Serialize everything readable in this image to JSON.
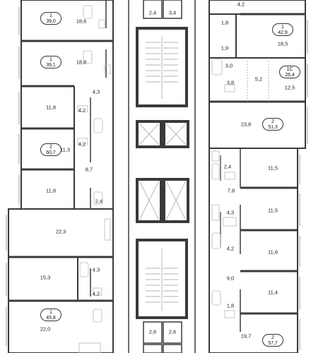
{
  "palette": {
    "wall": "#3a3a3a",
    "thin": "#9a9a9a",
    "fixture": "#b8b8b8",
    "background": "#ffffff"
  },
  "apartments": [
    {
      "rooms": "1",
      "total": "39,0"
    },
    {
      "rooms": "1",
      "total": "39,1"
    },
    {
      "rooms": "2",
      "total": "60,7"
    },
    {
      "rooms": "1",
      "total": "45,8"
    },
    {
      "rooms": "1",
      "total": "42,9"
    },
    {
      "rooms": "1С",
      "total": "26,4"
    },
    {
      "rooms": "2",
      "total": "51,3"
    },
    {
      "rooms": "2",
      "total": "57,7"
    }
  ],
  "rooms": [
    "18,6",
    "18,8",
    "4,3",
    "11,8",
    "4,2",
    "4,2",
    "11,3",
    "8,7",
    "11,8",
    "2,4",
    "22,3",
    "15,3",
    "4,3",
    "4,2",
    "22,0",
    "2,4",
    "3,4",
    "2,6",
    "2,6",
    "4,2",
    "1,8",
    "1,9",
    "18,5",
    "3,0",
    "5,2",
    "3,8",
    "12,5",
    "23,8",
    "11,5",
    "2,4",
    "7,8",
    "11,5",
    "4,3",
    "4,2",
    "11,6",
    "9,0",
    "11,4",
    "1,8",
    "19,7"
  ]
}
